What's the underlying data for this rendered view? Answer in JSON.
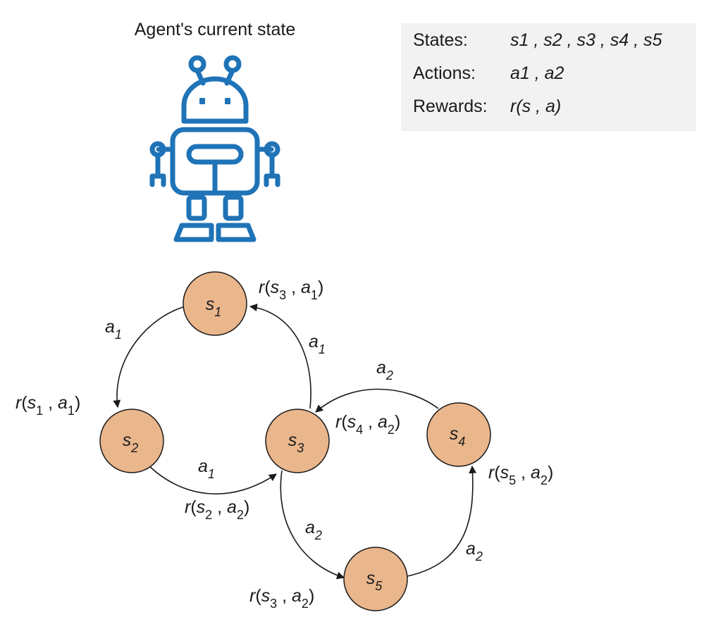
{
  "caption": "Agent's current state",
  "legend": {
    "states_label": "States:",
    "states_value": "s1 , s2 , s3 , s4 , s5",
    "actions_label": "Actions:",
    "actions_value": "a1 , a2",
    "rewards_label": "Rewards:",
    "rewards_value": "r(s , a)"
  },
  "colors": {
    "robot": "#1f73b7",
    "node_fill": "#eab68c",
    "node_stroke": "#1a1a1a",
    "legend_bg": "#f1f2f1"
  },
  "icons": {
    "agent": "robot-icon"
  },
  "nodes": [
    {
      "id": "s1",
      "base": "s",
      "sub": "1"
    },
    {
      "id": "s2",
      "base": "s",
      "sub": "2"
    },
    {
      "id": "s3",
      "base": "s",
      "sub": "3"
    },
    {
      "id": "s4",
      "base": "s",
      "sub": "4"
    },
    {
      "id": "s5",
      "base": "s",
      "sub": "5"
    }
  ],
  "edges": [
    {
      "from": "s1",
      "to": "s2",
      "action": {
        "base": "a",
        "sub": "1"
      },
      "reward": {
        "s": "1",
        "a": "1"
      }
    },
    {
      "from": "s3",
      "to": "s1",
      "action": {
        "base": "a",
        "sub": "1"
      },
      "reward": {
        "s": "3",
        "a": "1"
      }
    },
    {
      "from": "s2",
      "to": "s3",
      "action": {
        "base": "a",
        "sub": "1"
      },
      "reward": {
        "s": "2",
        "a": "2"
      }
    },
    {
      "from": "s4",
      "to": "s3",
      "action": {
        "base": "a",
        "sub": "2"
      },
      "reward": {
        "s": "4",
        "a": "2"
      }
    },
    {
      "from": "s3",
      "to": "s5",
      "action": {
        "base": "a",
        "sub": "2"
      },
      "reward": {
        "s": "3",
        "a": "2"
      }
    },
    {
      "from": "s5",
      "to": "s4",
      "action": {
        "base": "a",
        "sub": "2"
      },
      "reward": {
        "s": "5",
        "a": "2"
      }
    }
  ]
}
